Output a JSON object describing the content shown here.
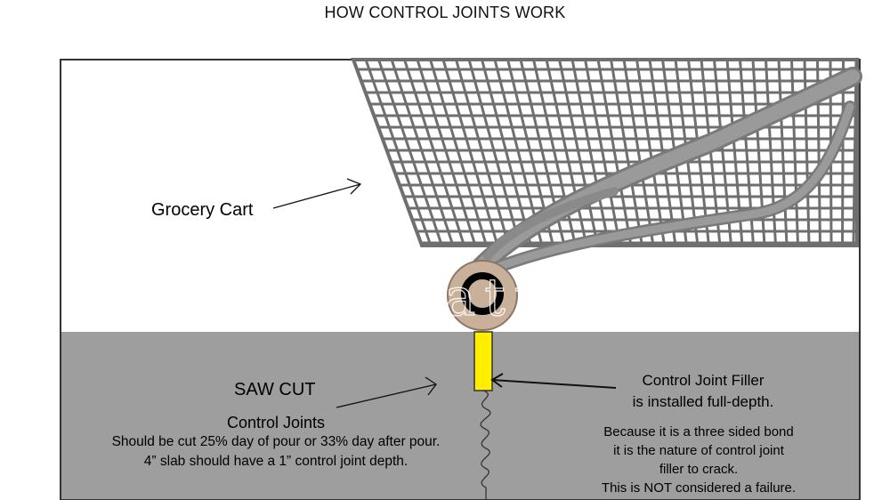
{
  "title": "HOW CONTROL JOINTS WORK",
  "labels": {
    "grocery_cart": "Grocery Cart",
    "saw_cut": "SAW CUT",
    "control_joints_title": "Control Joints",
    "control_joints_line1": "Should be cut 25% day of pour or 33% day after pour.",
    "control_joints_line2": "4” slab should have a 1” control joint depth.",
    "filler_line1": "Control Joint Filler",
    "filler_line2": "is installed full-depth.",
    "note_line1": "Because it is a three sided bond",
    "note_line2": "it is the nature of control joint",
    "note_line3": "filler to crack.",
    "note_line4": "This is NOT considered a failure."
  },
  "watermark": {
    "text": "restoration",
    "registered_mark": "®"
  },
  "colors": {
    "concrete": "#9e9e9e",
    "cart_gray": "#6f6f6f",
    "filler_yellow": "#ffee00",
    "wheel_tan": "#c9b09a",
    "frame": "#333333"
  }
}
